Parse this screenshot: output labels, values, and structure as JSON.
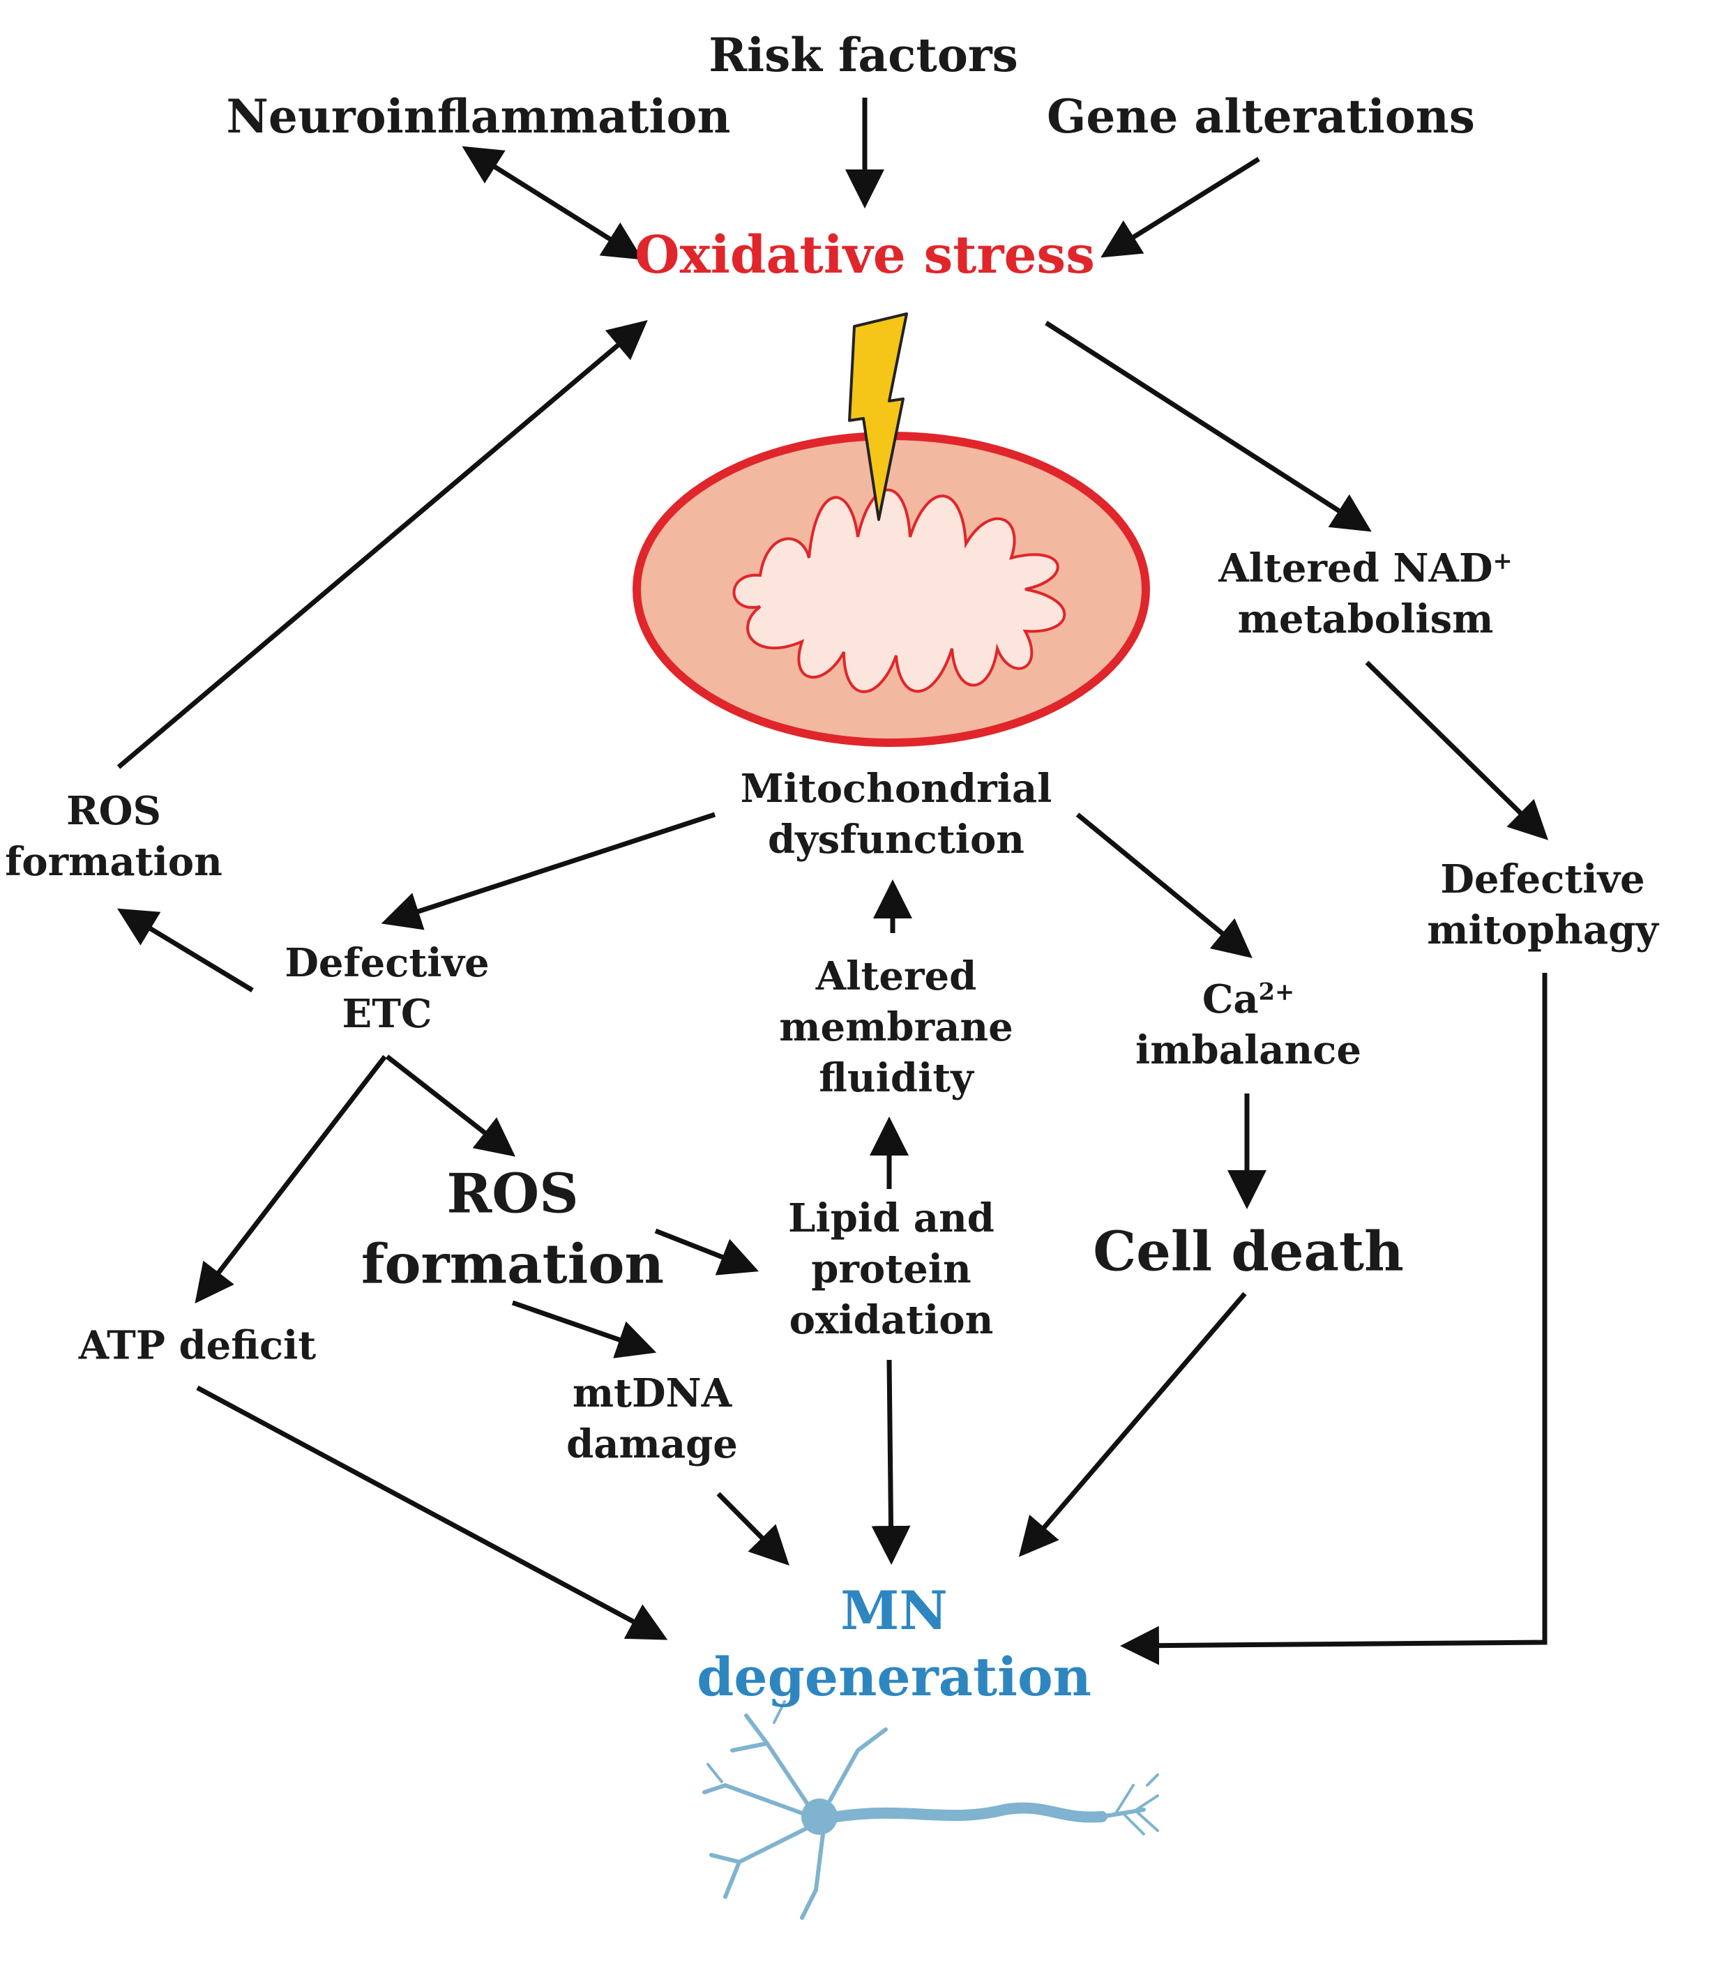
{
  "nodes": {
    "risk": "Risk factors",
    "neuro": "Neuroinflammation",
    "gene": "Gene alterations",
    "oxidative": "Oxidative stress",
    "nad_1": "Altered NAD",
    "nad_sup": "+",
    "nad_2": "metabolism",
    "mito_1": "Mitochondrial",
    "mito_2": "dysfunction",
    "ros_top_1": "ROS",
    "ros_top_2": "formation",
    "mitophagy_1": "Defective",
    "mitophagy_2": "mitophagy",
    "etc_1": "Defective",
    "etc_2": "ETC",
    "membrane_1": "Altered",
    "membrane_2": "membrane",
    "membrane_3": "fluidity",
    "ca_1": "Ca",
    "ca_sup": "2+",
    "ca_2": "imbalance",
    "ros_mid_1": "ROS",
    "ros_mid_2": "formation",
    "lipid_1": "Lipid and",
    "lipid_2": "protein",
    "lipid_3": "oxidation",
    "celldeath": "Cell death",
    "atp": "ATP deficit",
    "mtdna_1": "mtDNA",
    "mtdna_2": "damage",
    "mn_1": "MN",
    "mn_2": "degeneration"
  },
  "colors": {
    "oxidative": "#e0262b",
    "mn": "#2e86c1",
    "mito_outline": "#e0262b",
    "mito_fill": "#f3b8a0",
    "mito_inner": "#fbe5dc",
    "lightning": "#f5c518",
    "neuron": "#7fb3cf"
  },
  "icons": [
    "mitochondrion-icon",
    "lightning-bolt-icon",
    "neuron-icon"
  ]
}
